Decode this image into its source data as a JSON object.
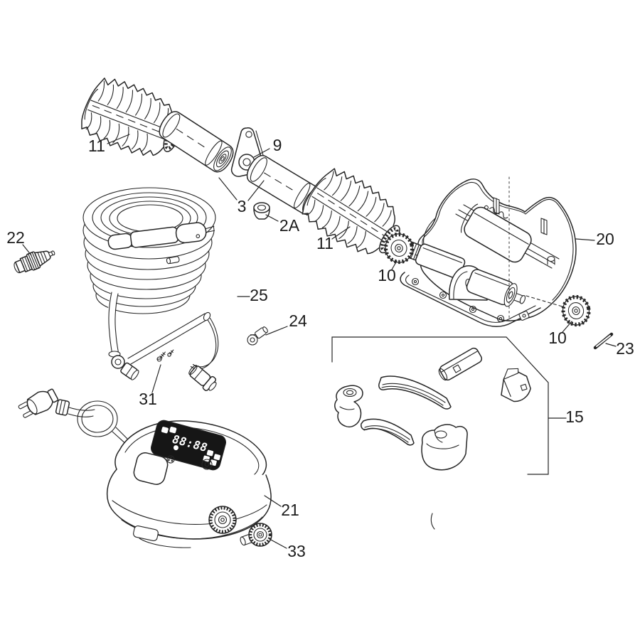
{
  "diagram": {
    "background": "#ffffff",
    "line_color": "#262626",
    "display_panel_color": "#161616",
    "display_text": "88:88"
  },
  "callouts": [
    {
      "id": "brush-roller-top",
      "text": "11"
    },
    {
      "id": "idler-bracket",
      "text": "9"
    },
    {
      "id": "roller-tube-pair",
      "text": "3"
    },
    {
      "id": "bushing",
      "text": "2A"
    },
    {
      "id": "brush-roller-right",
      "text": "11"
    },
    {
      "id": "hose-swivel-connector",
      "text": "22"
    },
    {
      "id": "floating-cable-assembly",
      "text": "25"
    },
    {
      "id": "cable-clamp",
      "text": "24"
    },
    {
      "id": "drive-gear-upper",
      "text": "10"
    },
    {
      "id": "chassis-housing",
      "text": "20"
    },
    {
      "id": "drive-gear-lower",
      "text": "10"
    },
    {
      "id": "axle-pin",
      "text": "23"
    },
    {
      "id": "rubber-parts-kit",
      "text": "15"
    },
    {
      "id": "screw-set",
      "text": "31"
    },
    {
      "id": "power-supply-unit",
      "text": "21"
    },
    {
      "id": "locking-knob",
      "text": "33"
    }
  ]
}
